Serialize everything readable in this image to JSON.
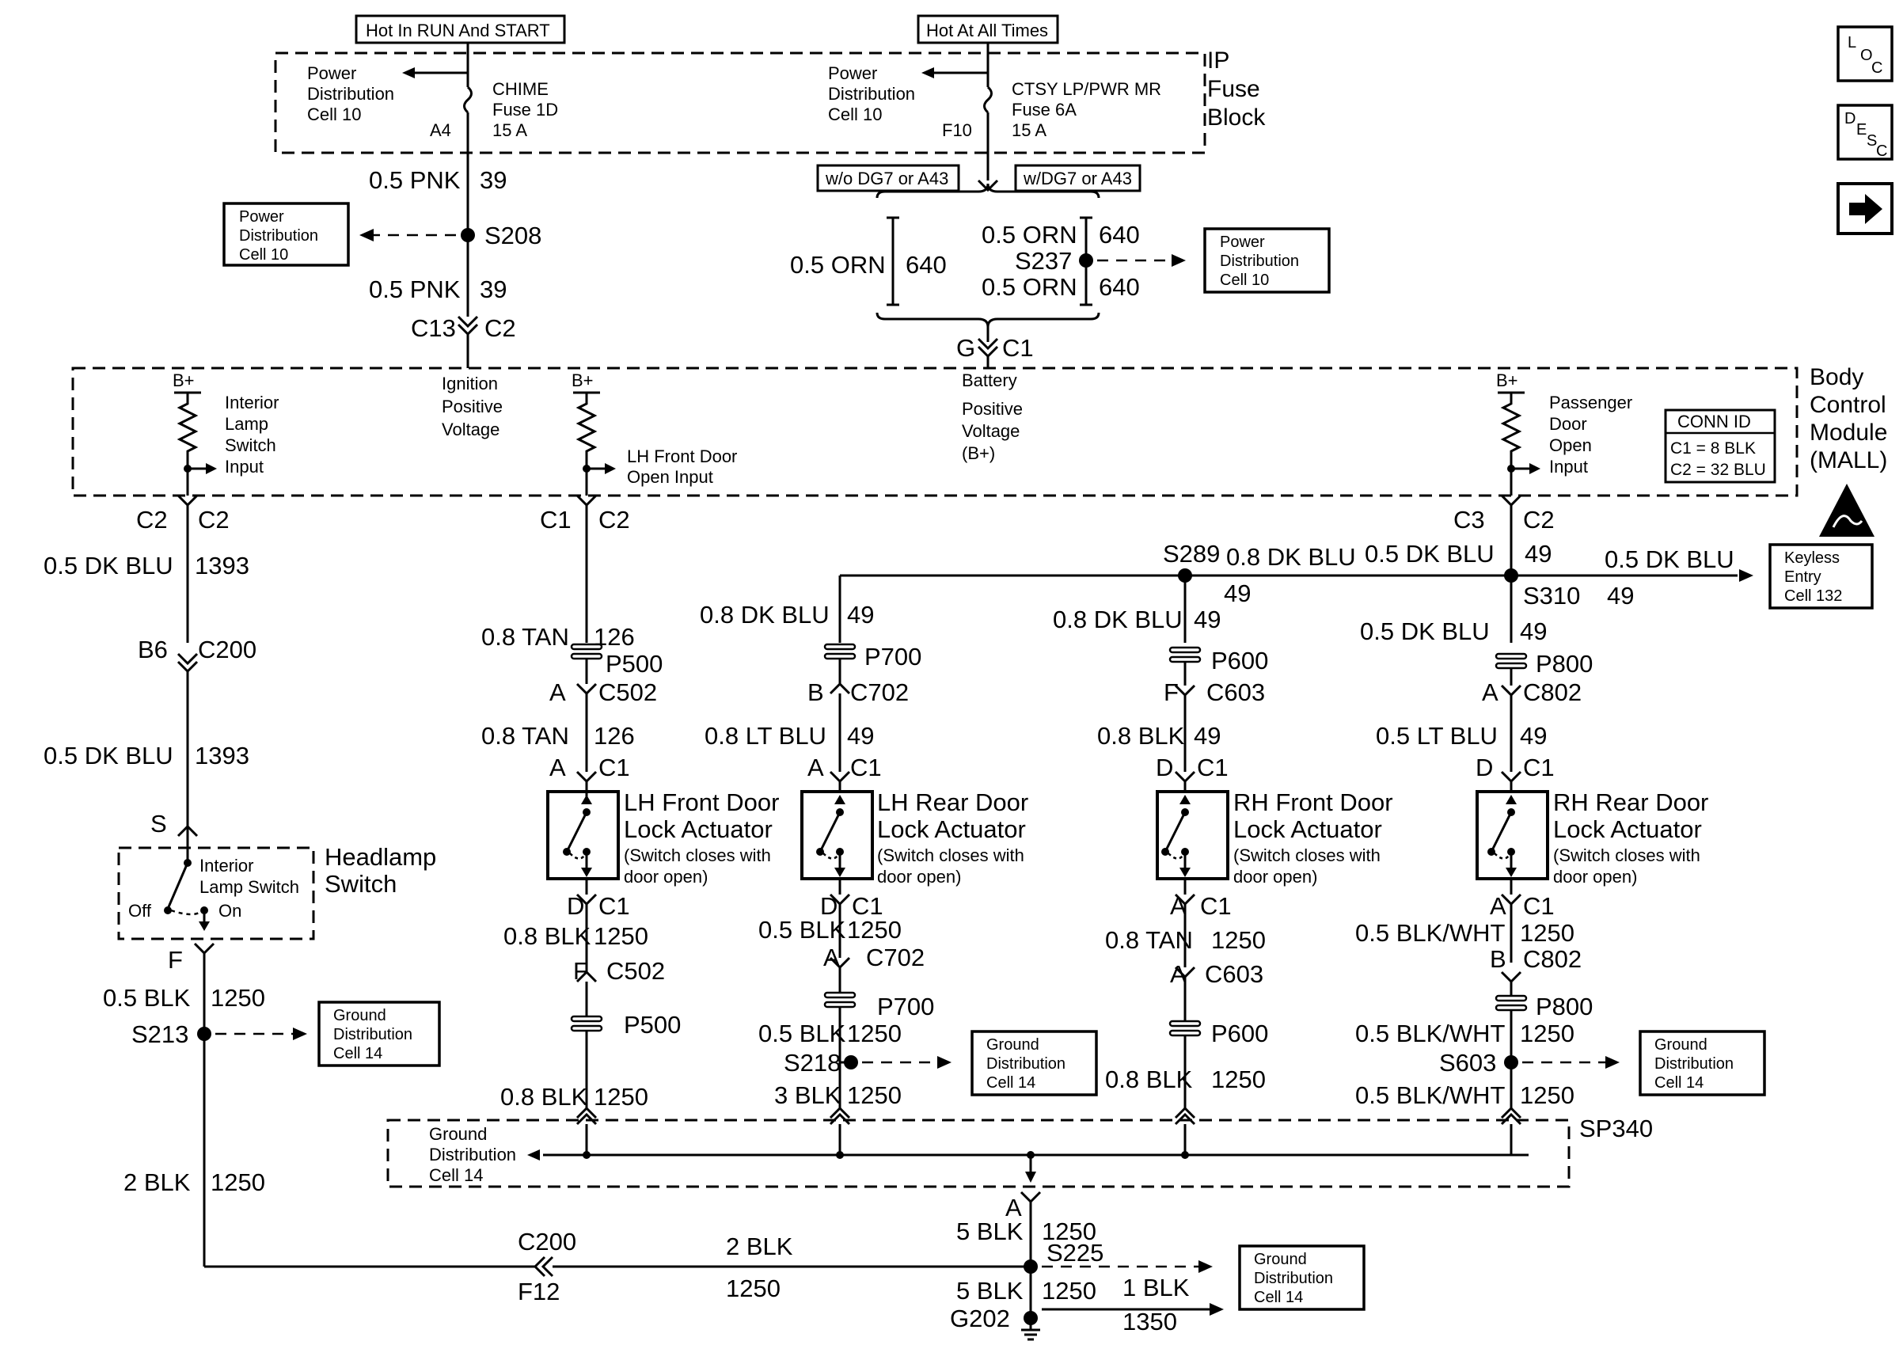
{
  "top_labels": {
    "hot_run_start": "Hot In RUN And START",
    "hot_at_all_times": "Hot At All Times"
  },
  "ip_fuse_block": {
    "title": [
      "IP",
      "Fuse",
      "Block"
    ],
    "left_ref": [
      "Power",
      "Distribution",
      "Cell 10"
    ],
    "right_ref": [
      "Power",
      "Distribution",
      "Cell 10"
    ],
    "chime_fuse": [
      "CHIME",
      "Fuse 1D",
      "15 A"
    ],
    "ctsy_fuse": [
      "CTSY LP/PWR MR",
      "Fuse 6A",
      "15 A"
    ],
    "pin_a4": "A4",
    "pin_f10": "F10"
  },
  "side_icons": {
    "loc": [
      "L",
      "O",
      "C"
    ],
    "desc": [
      "D",
      "E",
      "S",
      "C"
    ],
    "arrow": "next-arrow"
  },
  "options": {
    "without": "w/o DG7 or A43",
    "with": "w/DG7 or A43"
  },
  "wires": {
    "pnk1": "0.5 PNK",
    "pnk1_circuit": "39",
    "pnk2": "0.5 PNK",
    "pnk2_circuit": "39",
    "orn_left": "0.5 ORN",
    "orn_left_circuit": "640",
    "orn_r1": "0.5 ORN",
    "orn_r1_circuit": "640",
    "orn_r2": "0.5 ORN",
    "orn_r2_circuit": "640",
    "dkblu_int1": "0.5 DK BLU",
    "dkblu_int1_circuit": "1393",
    "dkblu_int2": "0.5 DK BLU",
    "dkblu_int2_circuit": "1393",
    "tan1": "0.8 TAN",
    "tan1_circuit": "126",
    "tan2": "0.8 TAN",
    "tan2_circuit": "126",
    "dkblu_lr": "0.8 DK BLU",
    "dkblu_lr_circuit": "49",
    "ltblu_lr": "0.8 LT BLU",
    "ltblu_lr_circuit": "49",
    "dkblu_bus": "0.8 DK BLU",
    "dkblu_bus2": "0.5 DK BLU",
    "bus_circuit": "49",
    "s289_circuit": "49",
    "dkblu_rf": "0.8 DK BLU",
    "dkblu_rf_circuit": "49",
    "blk_rf": "0.8 BLK",
    "blk_rf_circuit": "49",
    "dkblu_keyless": "0.5 DK BLU",
    "dkblu_keyless_circuit": "49",
    "dkblu_rr": "0.5 DK BLU",
    "dkblu_rr_circuit": "49",
    "ltblu_rr": "0.5 LT BLU",
    "ltblu_rr_circuit": "49",
    "blk_lf1": "0.8 BLK",
    "blk_lf1_circuit": "1250",
    "blk_lf2": "0.8 BLK",
    "blk_lf2_circuit": "1250",
    "blk_lr1": "0.5 BLK",
    "blk_lr1_circuit": "1250",
    "blk_lr2": "0.5 BLK",
    "blk_lr2_circuit": "1250",
    "blk_lr3": "3 BLK",
    "blk_lr3_circuit": "1250",
    "tan_rf": "0.8 TAN",
    "tan_rf_circuit": "1250",
    "blk_rf2": "0.8 BLK",
    "blk_rf2_circuit": "1250",
    "bw1": "0.5 BLK/WHT",
    "bw1_circuit": "1250",
    "bw2": "0.5 BLK/WHT",
    "bw2_circuit": "1250",
    "bw3": "0.5 BLK/WHT",
    "bw3_circuit": "1250",
    "blk_hl": "0.5 BLK",
    "blk_hl_circuit": "1250",
    "blk2_v": "2 BLK",
    "blk2_v_circuit": "1250",
    "blk2_h": "2 BLK",
    "blk2_h_circuit": "1250",
    "blk5_a": "5 BLK",
    "blk5_a_circuit": "1250",
    "blk5_b": "5 BLK",
    "blk5_b_circuit": "1250",
    "blk1": "1 BLK",
    "blk1_circuit": "1350"
  },
  "splices": {
    "s208": "S208",
    "s237": "S237",
    "s289": "S289",
    "s310": "S310",
    "s213": "S213",
    "s218": "S218",
    "s603": "S603",
    "s225": "S225",
    "g202": "G202",
    "sp340": "SP340"
  },
  "connectors": {
    "c13": "C13",
    "c2_a": "C2",
    "g": "G",
    "c1_g": "C1",
    "int_l": "C2",
    "int_r": "C2",
    "lf_l": "C1",
    "lf_r": "C2",
    "rr_l": "C3",
    "rr_r": "C2",
    "b6": "B6",
    "c200": "C200",
    "p500": "P500",
    "c502": "C502",
    "a_lf": "A",
    "a_lf2": "A",
    "c1_lf": "C1",
    "p700": "P700",
    "c702": "C702",
    "b_lr": "B",
    "a_lr": "A",
    "c1_lr": "C1",
    "p600": "P600",
    "c603": "C603",
    "f_rf": "F",
    "d_rf": "D",
    "c1_rf": "C1",
    "p800": "P800",
    "c802": "C802",
    "a_rr": "A",
    "d_rr": "D",
    "c1_rr": "C1",
    "s_hl": "S",
    "f_hl": "F",
    "d_lf": "D",
    "c1_lf_b": "C1",
    "f_lf": "F",
    "c502_b": "C502",
    "p500_b": "P500",
    "d_lr": "D",
    "c1_lr_b": "C1",
    "a_lr_b": "A",
    "c702_b": "C702",
    "p700_b": "P700",
    "a_rf": "A",
    "c1_rf_b": "C1",
    "a_rf_b": "A",
    "c603_b": "C603",
    "p600_b": "P600",
    "a_rr_b": "A",
    "c1_rr_b": "C1",
    "b_rr": "B",
    "c802_b": "C802",
    "p800_b": "P800",
    "a_g": "A",
    "c200_b": "C200",
    "f12": "F12"
  },
  "bcm": {
    "title": [
      "Body",
      "Control",
      "Module",
      "(MALL)"
    ],
    "bplus": "B+",
    "interior_input": [
      "Interior",
      "Lamp",
      "Switch",
      "Input"
    ],
    "ignition": [
      "Ignition",
      "Positive",
      "Voltage"
    ],
    "lh_input": [
      "LH Front Door",
      "Open Input"
    ],
    "battery": [
      "Battery",
      "Positive",
      "Voltage",
      "(B+)"
    ],
    "passenger_input": [
      "Passenger",
      "Door",
      "Open",
      "Input"
    ],
    "conn_id": {
      "title": "CONN ID",
      "c1": "C1 = 8 BLK",
      "c2": "C2 = 32 BLU"
    }
  },
  "ref_boxes": {
    "pd_left": [
      "Power",
      "Distribution",
      "Cell 10"
    ],
    "pd_right": [
      "Power",
      "Distribution",
      "Cell 10"
    ],
    "keyless": [
      "Keyless",
      "Entry",
      "Cell 132"
    ],
    "gd_s213": [
      "Ground",
      "Distribution",
      "Cell 14"
    ],
    "gd_s218": [
      "Ground",
      "Distribution",
      "Cell 14"
    ],
    "gd_s603": [
      "Ground",
      "Distribution",
      "Cell 14"
    ],
    "gd_s225": [
      "Ground",
      "Distribution",
      "Cell 14"
    ],
    "gd_sp340": [
      "Ground",
      "Distribution",
      "Cell 14"
    ]
  },
  "actuators": {
    "lf": {
      "name": [
        "LH Front Door",
        "Lock Actuator"
      ],
      "note": [
        "(Switch closes with",
        "door open)"
      ]
    },
    "lr": {
      "name": [
        "LH Rear Door",
        "Lock Actuator"
      ],
      "note": [
        "(Switch closes with",
        "door open)"
      ]
    },
    "rf": {
      "name": [
        "RH Front Door",
        "Lock Actuator"
      ],
      "note": [
        "(Switch closes with",
        "door open)"
      ]
    },
    "rr": {
      "name": [
        "RH Rear Door",
        "Lock Actuator"
      ],
      "note": [
        "(Switch closes with",
        "door open)"
      ]
    }
  },
  "headlamp": {
    "title": [
      "Headlamp",
      "Switch"
    ],
    "inner": [
      "Interior",
      "Lamp Switch"
    ],
    "off": "Off",
    "on": "On"
  }
}
